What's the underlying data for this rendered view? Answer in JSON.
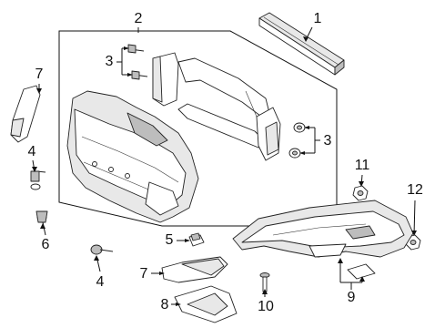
{
  "diagram": {
    "callouts": [
      {
        "id": "c1",
        "label": "1"
      },
      {
        "id": "c2",
        "label": "2"
      },
      {
        "id": "c3a",
        "label": "3"
      },
      {
        "id": "c3b",
        "label": "3"
      },
      {
        "id": "c4a",
        "label": "4"
      },
      {
        "id": "c4b",
        "label": "4"
      },
      {
        "id": "c5",
        "label": "5"
      },
      {
        "id": "c6",
        "label": "6"
      },
      {
        "id": "c7a",
        "label": "7"
      },
      {
        "id": "c7b",
        "label": "7"
      },
      {
        "id": "c8",
        "label": "8"
      },
      {
        "id": "c9",
        "label": "9"
      },
      {
        "id": "c10",
        "label": "10"
      },
      {
        "id": "c11",
        "label": "11"
      },
      {
        "id": "c12",
        "label": "12"
      }
    ],
    "line_color": "#111111",
    "background": "#ffffff"
  }
}
